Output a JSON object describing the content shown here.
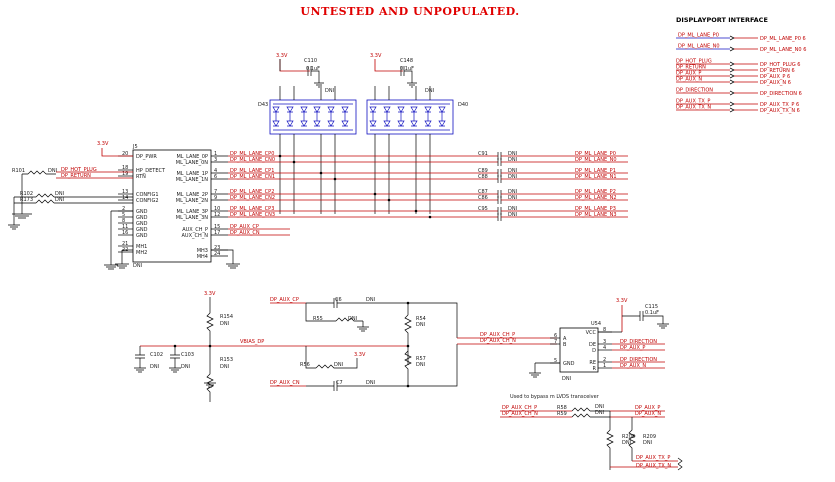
{
  "title": "UNTESTED AND UNPOPULATED.",
  "header": "DISPLAYPORT INTERFACE",
  "note_bypass": "Used to bypass m LVDS transceiver",
  "colors": {
    "net": "#c00000",
    "wire": "#000000",
    "part": "#1010c0",
    "title": "#e00000"
  },
  "top_right_nets": [
    {
      "label": "DP_ML_LANE_P0",
      "page": "6",
      "sep": "6"
    },
    {
      "label": "DP_ML_LANE_N0",
      "page": "6",
      "sep": "6"
    },
    {
      "label": "DP_HOT_PLUG",
      "page": "6"
    },
    {
      "label": "DP_RETURN",
      "page": "6"
    },
    {
      "label": "DP_AUX_P",
      "page": "6"
    },
    {
      "label": "DP_AUX_N",
      "page": "6"
    },
    {
      "label": "DP_DIRECTION",
      "page": "6"
    },
    {
      "label": "DP_AUX_TX_P",
      "page": "6"
    },
    {
      "label": "DP_AUX_TX_N",
      "page": "6"
    }
  ],
  "top_right_left": [
    "DP_ML_LANE_P0",
    "DP_ML_LANE_N0",
    "DP_HOT_PLUG",
    "DP_RETURN",
    "DP_AUX_P",
    "DP_AUX_N",
    "DP_DIRECTION",
    "DP_AUX_TX_P",
    "DP_AUX_TX_N"
  ],
  "power": {
    "v33": "3.3V"
  },
  "caps": {
    "c110": {
      "ref": "C110",
      "val": "0.1uF"
    },
    "c148": {
      "ref": "C148",
      "val": "0.1uF"
    },
    "c115": {
      "ref": "C115",
      "val": "0.1uF"
    }
  },
  "diodes": {
    "d43": "D43",
    "d40": "D40",
    "dni": "DNI"
  },
  "j5": {
    "ref": "J5",
    "dni": "DNI",
    "left_pins": [
      {
        "num": "20",
        "name": "DP_PWR"
      },
      {
        "num": "18",
        "name": "HP_DETECT"
      },
      {
        "num": "19",
        "name": "RTN"
      },
      {
        "num": "13",
        "name": "CONFIG1"
      },
      {
        "num": "14",
        "name": "CONFIG2"
      },
      {
        "num": "2",
        "name": "GND"
      },
      {
        "num": "5",
        "name": "GND"
      },
      {
        "num": "8",
        "name": "GND"
      },
      {
        "num": "11",
        "name": "GND"
      },
      {
        "num": "16",
        "name": "GND"
      },
      {
        "num": "21",
        "name": "MH1"
      },
      {
        "num": "22",
        "name": "MH2"
      }
    ],
    "right_pins": [
      {
        "name": "ML_LANE_0P",
        "num": "1",
        "net": "DP_ML_LANE_CP0"
      },
      {
        "name": "ML_LANE_0N",
        "num": "3",
        "net": "DP_ML_LANE_CN0"
      },
      {
        "name": "ML_LANE_1P",
        "num": "4",
        "net": "DP_ML_LANE_CP1"
      },
      {
        "name": "ML_LANE_1N",
        "num": "6",
        "net": "DP_ML_LANE_CN1"
      },
      {
        "name": "ML_LANE_2P",
        "num": "7",
        "net": "DP_ML_LANE_CP2"
      },
      {
        "name": "ML_LANE_2N",
        "num": "9",
        "net": "DP_ML_LANE_CN2"
      },
      {
        "name": "ML_LANE_3P",
        "num": "10",
        "net": "DP_ML_LANE_CP3"
      },
      {
        "name": "ML_LANE_3N",
        "num": "12",
        "net": "DP_ML_LANE_CN3"
      },
      {
        "name": "AUX_CH_P",
        "num": "15",
        "net": "DP_AUX_CP"
      },
      {
        "name": "AUX_CH_N",
        "num": "17",
        "net": "DP_AUX_CN"
      },
      {
        "name": "MH3",
        "num": "23",
        "net": ""
      },
      {
        "name": "MH4",
        "num": "24",
        "net": ""
      }
    ]
  },
  "left_resistors": [
    {
      "ref": "R101",
      "dni": "DNI",
      "net": "DP_HOT_PLUG"
    },
    {
      "ref": "",
      "dni": "",
      "net": "DP_RETURN"
    },
    {
      "ref": "R102",
      "dni": "DNI"
    },
    {
      "ref": "R173",
      "dni": "DNI"
    }
  ],
  "lane_caps": [
    {
      "ref": "C91",
      "dni": "DNI",
      "out": "DP_ML_LANE_P0"
    },
    {
      "ref": "",
      "dni": "DNI",
      "out": "DP_ML_LANE_N0"
    },
    {
      "ref": "C89",
      "dni": "DNI",
      "out": "DP_ML_LANE_P1"
    },
    {
      "ref": "C88",
      "dni": "DNI",
      "out": "DP_ML_LANE_N1"
    },
    {
      "ref": "C87",
      "dni": "DNI",
      "out": "DP_ML_LANE_P2"
    },
    {
      "ref": "C86",
      "dni": "DNI",
      "out": "DP_ML_LANE_N2"
    },
    {
      "ref": "C95",
      "dni": "DNI",
      "out": "DP_ML_LANE_P3"
    },
    {
      "ref": "",
      "dni": "DNI",
      "out": "DP_ML_LANE_N3"
    }
  ],
  "lower": {
    "aux_cp": "DP_AUX_CP",
    "aux_cn": "DP_AUX_CN",
    "vbias": "VBIAS_DP",
    "c6": "C6",
    "c7": "C7",
    "dni": "DNI",
    "r55": "R55",
    "r56": "R56",
    "r54": "R54",
    "r57": "R57",
    "r154": "R154",
    "r153": "R153",
    "c102": "C102",
    "c103": "C103",
    "aux_ch_p": "DP_AUX_CH_P",
    "aux_ch_n": "DP_AUX_CH_N"
  },
  "u54": {
    "ref": "U54",
    "dni": "DNI",
    "pins_left": [
      {
        "num": "6",
        "name": "A"
      },
      {
        "num": "7",
        "name": "B"
      },
      {
        "num": "5",
        "name": "GND"
      }
    ],
    "pins_right": [
      {
        "num": "8",
        "name": "VCC"
      },
      {
        "num": "3",
        "name": "DE"
      },
      {
        "num": "4",
        "name": "D"
      },
      {
        "num": "2",
        "name": "RE"
      },
      {
        "num": "1",
        "name": "R"
      }
    ],
    "nets": [
      "DP_DIRECTION",
      "DP_AUX_P",
      "DP_DIRECTION",
      "DP_AUX_N"
    ]
  },
  "bypass": {
    "left": [
      "DP_AUX_CH_P",
      "DP_AUX_CH_N"
    ],
    "r58": "R58",
    "r59": "R59",
    "right": [
      "DP_AUX_P",
      "DP_AUX_N"
    ],
    "r208": "R208",
    "r209": "R209",
    "tx": [
      "DP_AUX_TX_P",
      "DP_AUX_TX_N"
    ]
  }
}
